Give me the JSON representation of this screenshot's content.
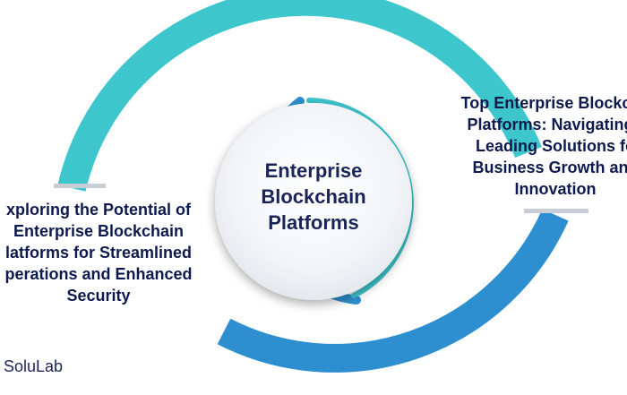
{
  "center": {
    "lines": [
      "Enterprise",
      "Blockchain",
      "Platforms"
    ]
  },
  "left": {
    "lines": [
      "xploring the Potential of",
      "Enterprise Blockchain",
      "latforms for Streamlined",
      "perations and Enhanced",
      "Security"
    ]
  },
  "right": {
    "lines": [
      "Top Enterprise Blockcha",
      "Platforms: Navigating t",
      "Leading Solutions fo",
      "Business Growth and",
      "Innovation"
    ]
  },
  "brand": {
    "name": "SoluLab"
  },
  "colors": {
    "teal": "#3ec6cd",
    "blue": "#2e8fd0",
    "navy": "#0e1a4e",
    "tick": "#c9ced6"
  }
}
